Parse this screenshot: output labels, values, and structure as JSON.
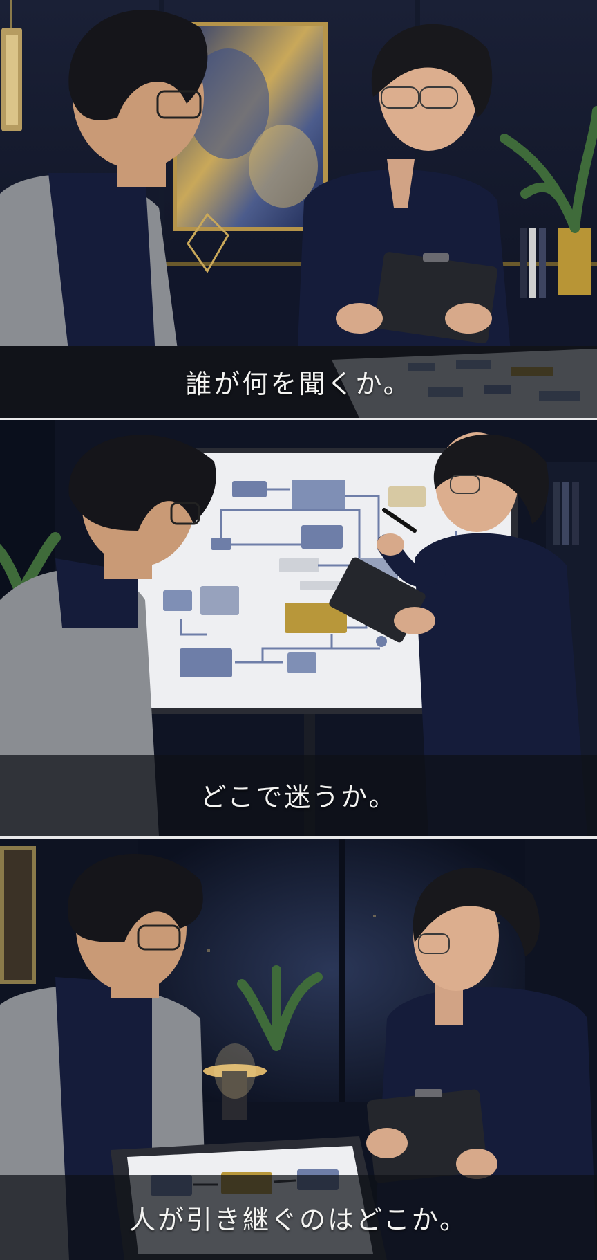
{
  "page": {
    "background": "#e9e9ea",
    "caption_color": "#f4f4f2"
  },
  "panels": [
    {
      "caption": "誰が何を聞くか。",
      "setting": "dark office with abstract painting, woman holding clipboard"
    },
    {
      "caption": "どこで迷うか。",
      "setting": "woman pointing at flowchart on whiteboard"
    },
    {
      "caption": "人が引き継ぐのはどこか。",
      "setting": "conversation by night window, flowchart on desk"
    }
  ],
  "icons": [
    "clipboard-icon",
    "pen-icon",
    "flowchart-icon",
    "lamp-icon",
    "plant-icon"
  ],
  "colors": {
    "navy": "#151c3a",
    "cardigan": "#8a8d92",
    "gold": "#b89536",
    "board": "#eeeff2",
    "box_blue": "#6e7ea8",
    "box_gold": "#b8973a"
  }
}
